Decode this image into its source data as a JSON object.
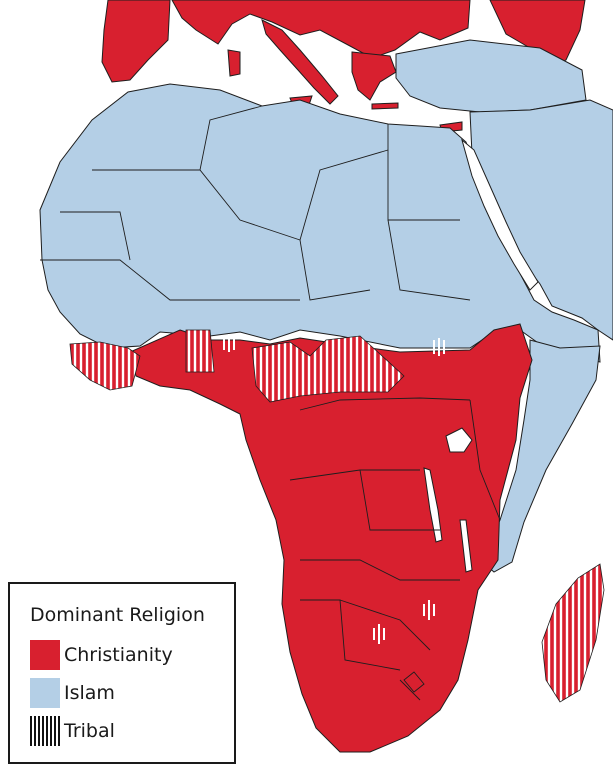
{
  "colors": {
    "christianity": "#d8202f",
    "islam": "#b4cfe6",
    "water": "#ffffff",
    "border": "#1e1e1e"
  },
  "legend": {
    "title": "Dominant Religion",
    "items": [
      {
        "label": "Christianity",
        "color": "#d8202f"
      },
      {
        "label": "Islam",
        "color": "#b4cfe6"
      },
      {
        "label": "Tribal",
        "color": "striped"
      }
    ]
  }
}
